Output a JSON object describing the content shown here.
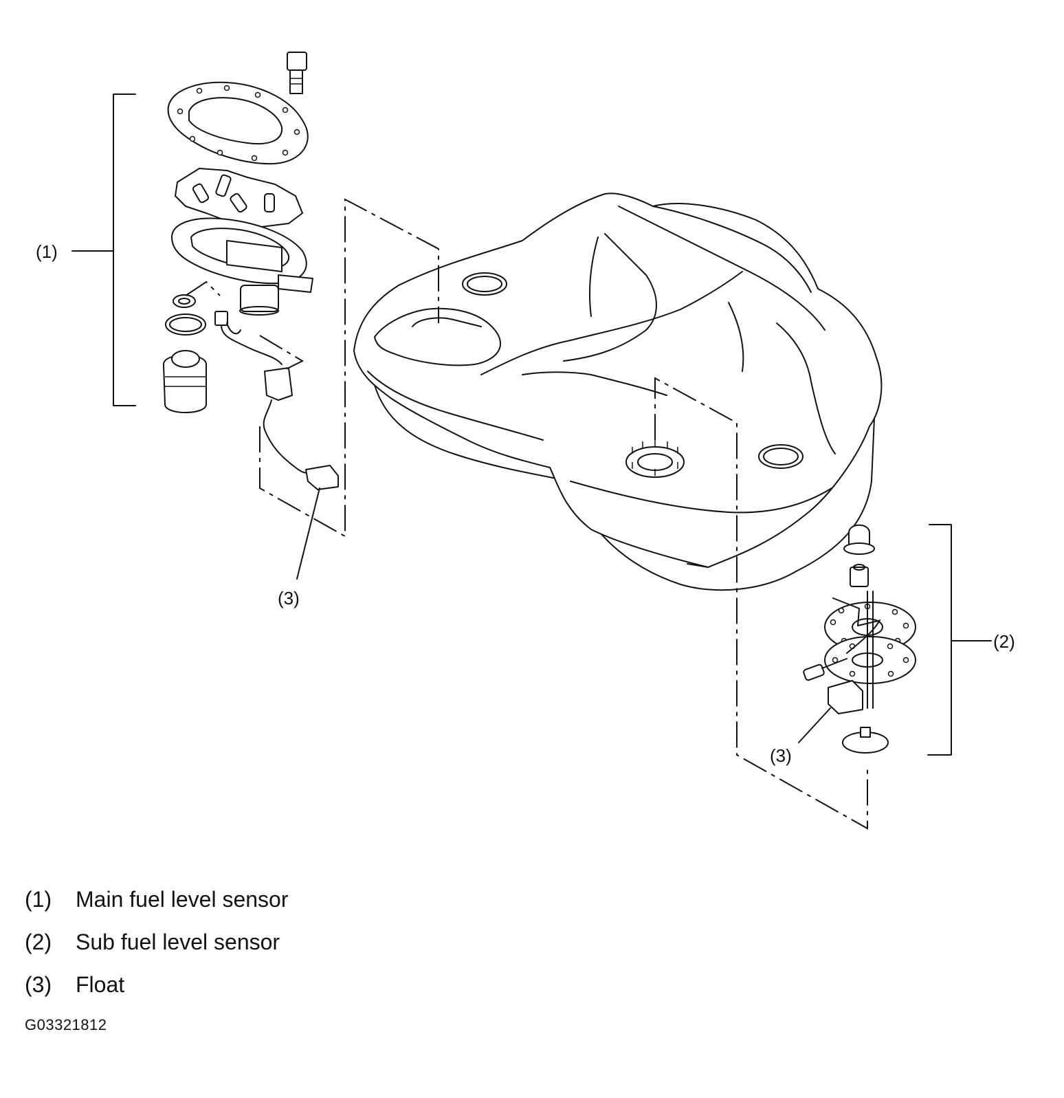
{
  "callouts": {
    "main_sensor": "(1)",
    "sub_sensor": "(2)",
    "float_left": "(3)",
    "float_right": "(3)"
  },
  "legend": [
    {
      "num": "(1)",
      "label": "Main fuel level sensor"
    },
    {
      "num": "(2)",
      "label": "Sub fuel level sensor"
    },
    {
      "num": "(3)",
      "label": "Float"
    }
  ],
  "figure_id": "G03321812"
}
